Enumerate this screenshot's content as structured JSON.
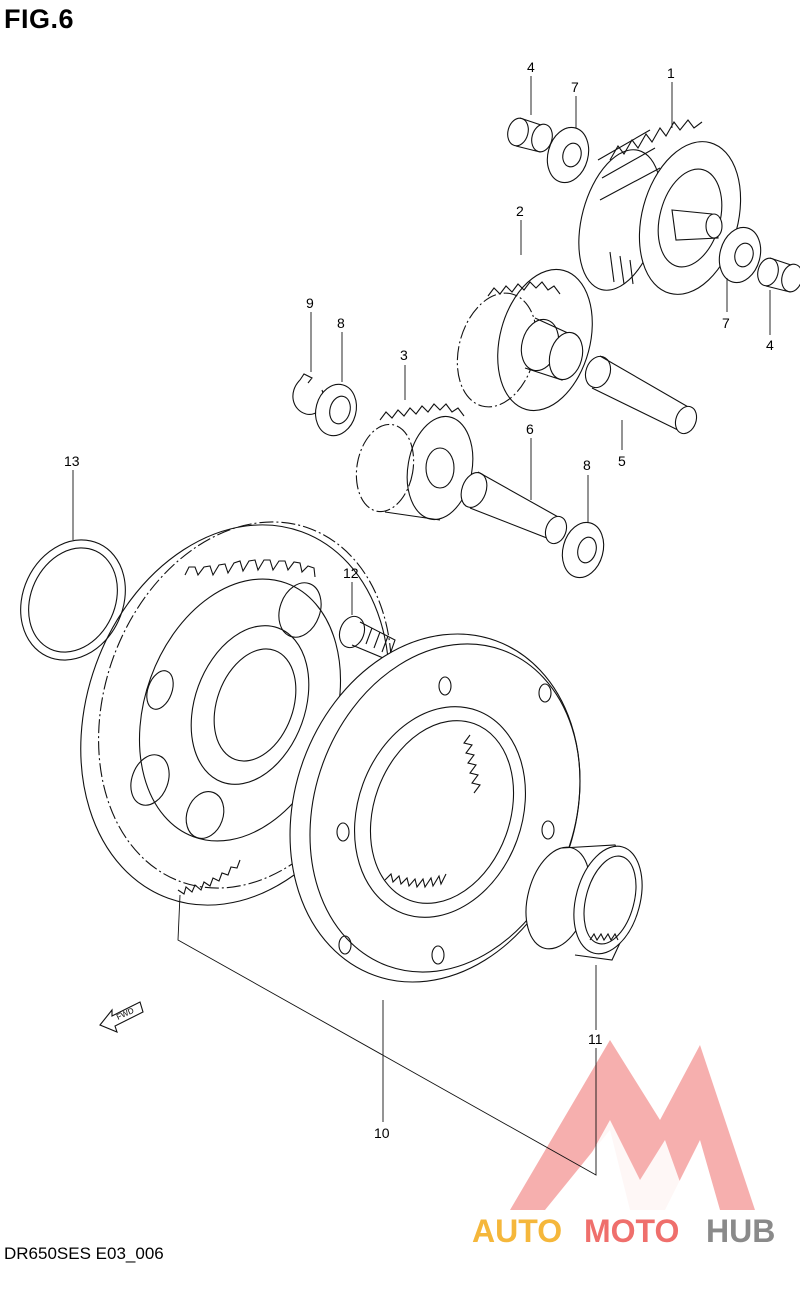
{
  "figure": {
    "title": "FIG.6",
    "code": "DR650SES E03_006"
  },
  "callouts": [
    {
      "id": "c1",
      "label": "1"
    },
    {
      "id": "c2",
      "label": "2"
    },
    {
      "id": "c3",
      "label": "3"
    },
    {
      "id": "c4a",
      "label": "4"
    },
    {
      "id": "c4b",
      "label": "4"
    },
    {
      "id": "c5",
      "label": "5"
    },
    {
      "id": "c6",
      "label": "6"
    },
    {
      "id": "c7a",
      "label": "7"
    },
    {
      "id": "c7b",
      "label": "7"
    },
    {
      "id": "c8a",
      "label": "8"
    },
    {
      "id": "c8b",
      "label": "8"
    },
    {
      "id": "c9",
      "label": "9"
    },
    {
      "id": "c10",
      "label": "10"
    },
    {
      "id": "c11",
      "label": "11"
    },
    {
      "id": "c12",
      "label": "12"
    },
    {
      "id": "c13",
      "label": "13"
    }
  ],
  "direction_marker": {
    "label": "FWD"
  },
  "watermark": {
    "part1": "AUTO",
    "part2": "MOTO",
    "part3": "HUB",
    "color1": "#f5b73b",
    "color2": "#ef6f6c",
    "color3": "#8a8a8a"
  }
}
